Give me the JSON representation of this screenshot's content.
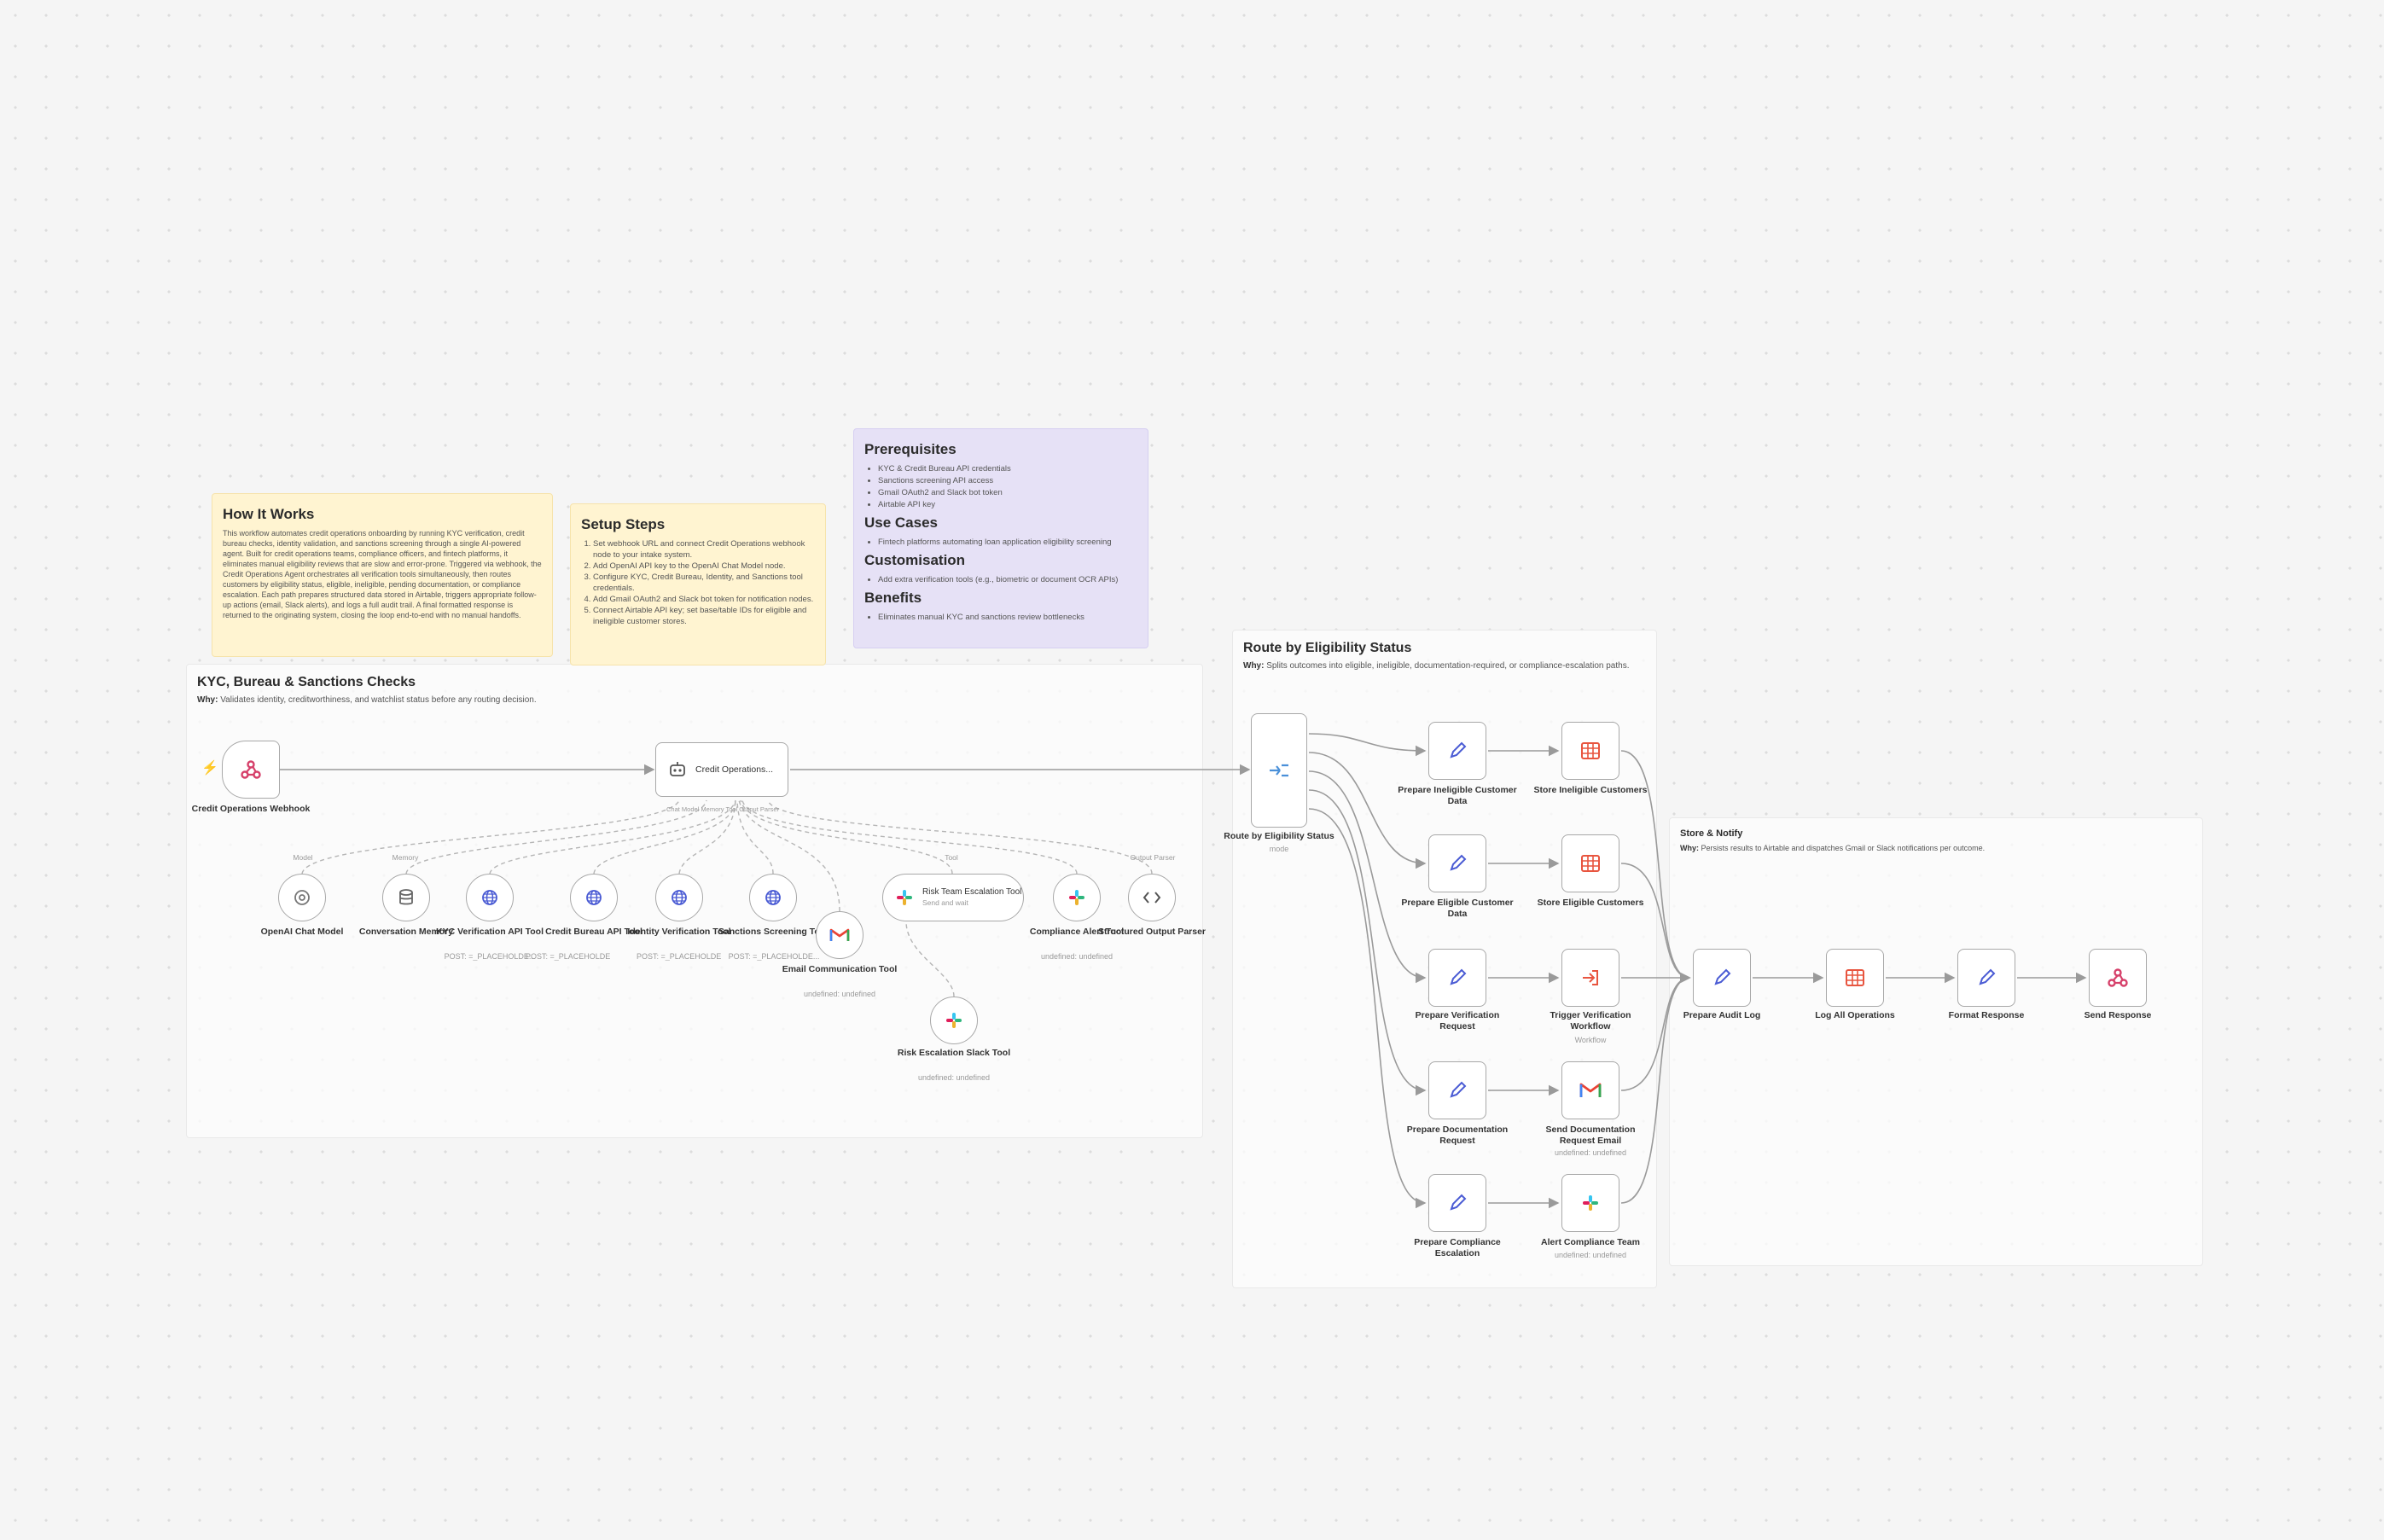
{
  "stickies": {
    "how": {
      "title": "How It Works",
      "body": "This workflow automates credit operations onboarding by running KYC verification, credit bureau checks, identity validation, and sanctions screening through a single AI-powered agent. Built for credit operations teams, compliance officers, and fintech platforms, it eliminates manual eligibility reviews that are slow and error-prone. Triggered via webhook, the Credit Operations Agent orchestrates all verification tools simultaneously, then routes customers by eligibility status, eligible, ineligible, pending documentation, or compliance escalation. Each path prepares structured data stored in Airtable, triggers appropriate follow-up actions (email, Slack alerts), and logs a full audit trail. A final formatted response is returned to the originating system, closing the loop end-to-end with no manual handoffs."
    },
    "setup": {
      "title": "Setup Steps",
      "steps": [
        "Set webhook URL and connect Credit Operations webhook node to your intake system.",
        "Add OpenAI API key to the OpenAI Chat Model node.",
        "Configure KYC, Credit Bureau, Identity, and Sanctions tool credentials.",
        "Add Gmail OAuth2 and Slack bot token for notification nodes.",
        "Connect Airtable API key; set base/table IDs for eligible and ineligible customer stores."
      ]
    },
    "prereq": {
      "sections": [
        {
          "title": "Prerequisites",
          "items": [
            "KYC & Credit Bureau API credentials",
            "Sanctions screening API access",
            "Gmail OAuth2 and Slack bot token",
            "Airtable API key"
          ]
        },
        {
          "title": "Use Cases",
          "items": [
            "Fintech platforms automating loan application eligibility screening"
          ]
        },
        {
          "title": "Customisation",
          "items": [
            "Add extra verification tools (e.g., biometric or document OCR APIs)"
          ]
        },
        {
          "title": "Benefits",
          "items": [
            "Eliminates manual KYC and sanctions review bottlenecks"
          ]
        }
      ]
    },
    "kyc_group": {
      "title": "KYC, Bureau & Sanctions Checks",
      "why_label": "Why:",
      "why": "Validates identity, creditworthiness, and watchlist status before any routing decision."
    },
    "route_group": {
      "title": "Route by Eligibility Status",
      "why_label": "Why:",
      "why": "Splits outcomes into eligible, ineligible, documentation-required, or compliance-escalation paths."
    },
    "store_group": {
      "title": "Store & Notify",
      "why_label": "Why:",
      "why": "Persists results to Airtable and dispatches Gmail or Slack notifications per outcome."
    }
  },
  "nodes": {
    "webhook": {
      "label": "Credit Operations Webhook",
      "icon": "webhook-icon"
    },
    "agent": {
      "label": "Credit Operations...",
      "icon": "robot-icon"
    },
    "openai": {
      "label": "OpenAI Chat Model",
      "icon": "openai-icon"
    },
    "memory": {
      "label": "Conversation Memory",
      "icon": "database-icon"
    },
    "kyc": {
      "label": "KYC Verification API Tool",
      "sub": "POST: =_PLACEHOLDE...",
      "icon": "globe-icon"
    },
    "bureau": {
      "label": "Credit Bureau API Tool",
      "sub": "POST: =_PLACEHOLDE...",
      "icon": "globe-icon"
    },
    "identity": {
      "label": "Identity Verification Tool",
      "sub": "POST: =_PLACEHOLDE...",
      "icon": "globe-icon"
    },
    "sanctions": {
      "label": "Sanctions Screening Tool",
      "sub": "POST: =_PLACEHOLDE...",
      "icon": "globe-icon"
    },
    "email_tool": {
      "label": "Email Communication Tool",
      "sub": "undefined: undefined",
      "icon": "gmail-icon"
    },
    "risk_tool": {
      "label": "Risk Team Escalation Tool",
      "sub": "Send and wait",
      "icon": "slack-icon"
    },
    "compliance_tool": {
      "label": "Compliance Alert Tool",
      "sub": "undefined: undefined",
      "icon": "slack-icon"
    },
    "parser": {
      "label": "Structured Output Parser",
      "icon": "code-icon"
    },
    "risk_slack": {
      "label": "Risk Escalation Slack Tool",
      "sub": "undefined: undefined",
      "icon": "slack-icon"
    },
    "router": {
      "label": "Route by Eligibility Status",
      "sub": "mode",
      "icon": "switch-icon"
    },
    "prep_inelig": {
      "label": "Prepare Ineligible Customer Data",
      "icon": "pencil-icon"
    },
    "store_inelig": {
      "label": "Store Ineligible Customers",
      "icon": "airtable-icon"
    },
    "prep_elig": {
      "label": "Prepare Eligible Customer Data",
      "icon": "pencil-icon"
    },
    "store_elig": {
      "label": "Store Eligible Customers",
      "icon": "airtable-icon"
    },
    "prep_verif": {
      "label": "Prepare Verification Request",
      "icon": "pencil-icon"
    },
    "trigger_verif": {
      "label": "Trigger Verification Workflow",
      "sub": "Workflow",
      "icon": "execute-workflow-icon"
    },
    "prep_doc": {
      "label": "Prepare Documentation Request",
      "icon": "pencil-icon"
    },
    "send_doc": {
      "label": "Send Documentation Request Email",
      "sub": "undefined: undefined",
      "icon": "gmail-icon"
    },
    "prep_comp": {
      "label": "Prepare Compliance Escalation",
      "icon": "pencil-icon"
    },
    "alert_comp": {
      "label": "Alert Compliance Team",
      "sub": "undefined: undefined",
      "icon": "slack-icon"
    },
    "audit": {
      "label": "Prepare Audit Log",
      "icon": "pencil-icon"
    },
    "log_all": {
      "label": "Log All Operations",
      "icon": "airtable-icon"
    },
    "format": {
      "label": "Format Response",
      "icon": "pencil-icon"
    },
    "send_resp": {
      "label": "Send Response",
      "icon": "webhook-icon"
    }
  },
  "connection_labels": {
    "model": "Model",
    "memory": "Memory",
    "tool": "Tool",
    "parser": "Output Parser",
    "agent_ports": "Chat Model  Memory  Tool  Output Parser"
  },
  "colors": {
    "sticky_yellow": "#fff4d1",
    "sticky_purple": "#e6e1f6",
    "edge": "#9a9a9a",
    "pencil_blue": "#4a5bd4",
    "airtable_red": "#e8553f",
    "gmail_red": "#ea4335",
    "webhook_pink": "#d6406a",
    "trigger_red": "#e8806b"
  }
}
